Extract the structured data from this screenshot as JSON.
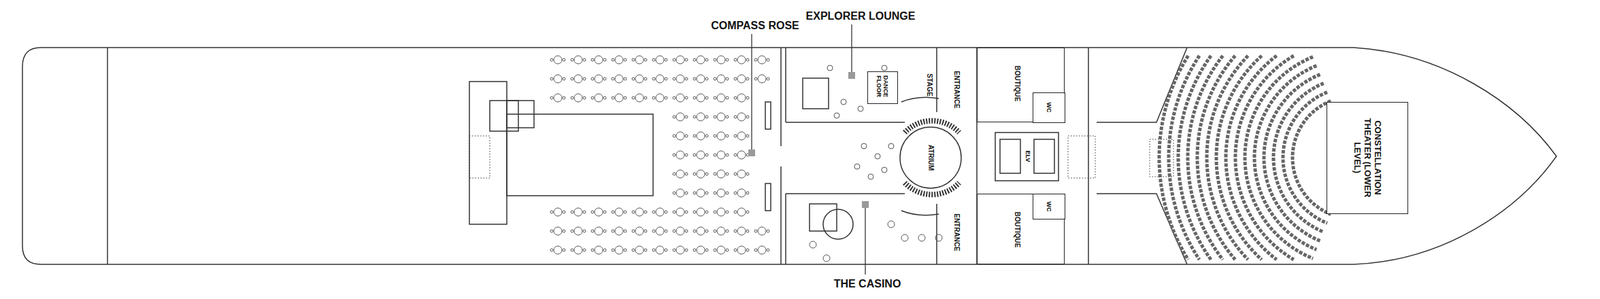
{
  "diagram": {
    "nodes": [
      {
        "text": [
          "BOUTIQUE"
        ]
      },
      {
        "text": [
          "WC"
        ],
        "in": 0
      },
      {
        "text": [
          "BOUTIQUE"
        ]
      },
      {
        "text": [
          "WC"
        ],
        "in": 2
      },
      {
        "text": [
          "DANCE FLOOR"
        ]
      },
      {
        "text": [
          "CONSTELLATION THEATER (LOWER LEVEL)"
        ]
      }
    ],
    "labels": [
      "COMPASS ROSE",
      "EXPLORER LOUNGE",
      "STAGE",
      "ENTRANCE",
      "ATRIUM",
      "ELV",
      "ENTRANCE",
      "THE CASINO"
    ]
  }
}
